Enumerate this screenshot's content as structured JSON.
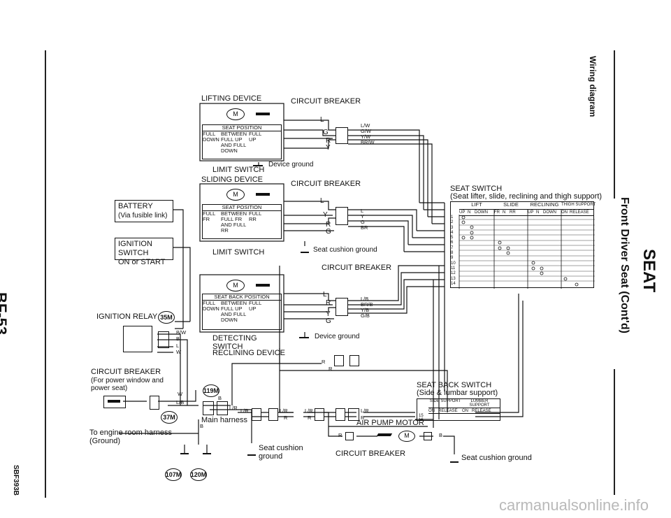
{
  "left_margin": {
    "page_code": "BF-53",
    "ref_code": "SBF393B"
  },
  "right_margin": {
    "section": "SEAT",
    "heading": "Front Driver Seat (Cont'd)",
    "subheading": "Wiring diagram"
  },
  "lifting": {
    "device": "LIFTING DEVICE",
    "breaker": "CIRCUIT BREAKER",
    "limit": "LIMIT SWITCH",
    "pos_title": "SEAT POSITION",
    "pos_full_down": "FULL DOWN",
    "pos_between": "BETWEEN FULL UP AND FULL DOWN",
    "pos_full_up": "FULL UP",
    "wires": [
      "L",
      "G",
      "R",
      "Y"
    ],
    "conn_wires": [
      "L/W",
      "G/W",
      "Y/W",
      "BR/W"
    ],
    "ground": "Device ground"
  },
  "sliding": {
    "device": "SLIDING DEVICE",
    "breaker": "CIRCUIT BREAKER",
    "limit": "LIMIT SWITCH",
    "pos_title": "SEAT POSITION",
    "pos_full_fr": "FULL FR",
    "pos_between": "BETWEEN FULL FR AND FULL RR",
    "pos_full_rr": "FULL RR",
    "wires": [
      "L",
      "Y",
      "R",
      "G"
    ],
    "conn_wires": [
      "L",
      "Y",
      "G",
      "BR"
    ],
    "ground": "Seat cushion ground"
  },
  "reclining": {
    "device": "RECLINING DEVICE",
    "breaker": "CIRCUIT BREAKER",
    "detect": "DETECTING SWITCH",
    "pos_title": "SEAT BACK POSITION",
    "pos_full_down": "FULL DOWN",
    "pos_between": "BETWEEN FULL UP AND FULL DOWN",
    "pos_full_up": "FULL UP",
    "wires": [
      "L",
      "R",
      "Y",
      "G"
    ],
    "conn_wires": [
      "L/B",
      "BR/B",
      "Y/B",
      "G/B"
    ],
    "ground": "Device ground"
  },
  "battery": {
    "line1": "BATTERY",
    "line2": "(Via fusible link)"
  },
  "ignition_switch": {
    "line1": "IGNITION SWITCH",
    "line2": "ON or START"
  },
  "ignition_relay": {
    "label": "IGNITION RELAY",
    "connector": "35M",
    "wires": [
      "B/W",
      "B",
      "L",
      "W"
    ]
  },
  "pw_breaker": {
    "line1": "CIRCUIT BREAKER",
    "line2": "(For power window and",
    "line3": "power seat)",
    "connector": "37M",
    "wires": [
      "W",
      "L/B"
    ]
  },
  "main_harness": {
    "connector": "119M",
    "label": "Main harness",
    "wires": [
      "B",
      "L/R"
    ]
  },
  "ground_note": {
    "line1": "To engine room harness",
    "line2": "(Ground)",
    "connectors": [
      "107M",
      "120M"
    ],
    "wire": "B"
  },
  "seat_switch": {
    "title": "SEAT SWITCH",
    "subtitle": "(Seat lifter, slide, reclining and thigh support)",
    "groups": [
      "LIFT",
      "SLIDE",
      "RECLINING",
      "THIGH SUPPORT"
    ],
    "cols": [
      "UP",
      "N",
      "DOWN",
      "FR",
      "N",
      "RR",
      "UP",
      "N",
      "DOWN",
      "ON",
      "RELEASE"
    ],
    "rows": [
      "1",
      "2",
      "3",
      "4",
      "5",
      "6",
      "7",
      "8",
      "9",
      "10",
      "11",
      "12",
      "13",
      "14"
    ]
  },
  "back_switch": {
    "title": "SEAT BACK SWITCH",
    "subtitle": "(Side & lumbar support)",
    "groups": [
      "SIDE SUPPORT",
      "LUMBER SUPPORT"
    ],
    "cols": [
      "ON",
      "RELEASE",
      "ON",
      "RELEASE"
    ],
    "rows": [
      "15",
      "16"
    ]
  },
  "pump": {
    "label": "AIR PUMP MOTOR",
    "breaker": "CIRCUIT BREAKER",
    "wires": [
      "R",
      "B"
    ]
  },
  "harness_wires": [
    "L/R",
    "R",
    "L/R",
    "R",
    "L/R",
    "R",
    "L/R",
    "R"
  ],
  "seat_ground_left": {
    "line1": "Seat cushion",
    "line2": "ground"
  },
  "seat_ground_right": "Seat cushion ground",
  "watermark": "carmanualsonline.info"
}
